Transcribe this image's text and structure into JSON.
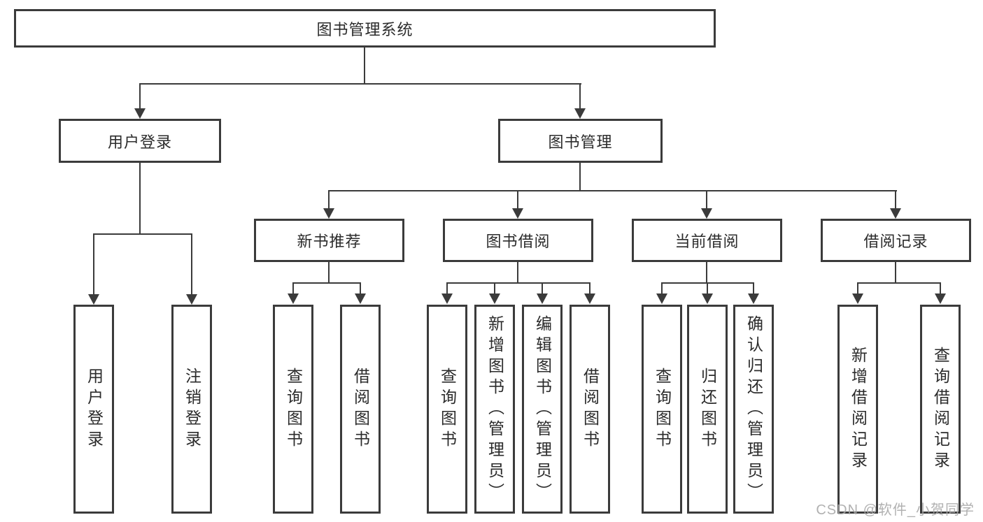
{
  "tree": {
    "root": {
      "label": "图书管理系统",
      "children": [
        {
          "label": "用户登录",
          "children": [
            {
              "label": "用户登录"
            },
            {
              "label": "注销登录"
            }
          ]
        },
        {
          "label": "图书管理",
          "children": [
            {
              "label": "新书推荐",
              "children": [
                {
                  "label": "查询图书"
                },
                {
                  "label": "借阅图书"
                }
              ]
            },
            {
              "label": "图书借阅",
              "children": [
                {
                  "label": "查询图书"
                },
                {
                  "label": "新增图书（管理员）"
                },
                {
                  "label": "编辑图书（管理员）"
                },
                {
                  "label": "借阅图书"
                }
              ]
            },
            {
              "label": "当前借阅",
              "children": [
                {
                  "label": "查询图书"
                },
                {
                  "label": "归还图书"
                },
                {
                  "label": "确认归还（管理员）"
                }
              ]
            },
            {
              "label": "借阅记录",
              "children": [
                {
                  "label": "新增借阅记录"
                },
                {
                  "label": "查询借阅记录"
                }
              ]
            }
          ]
        }
      ]
    }
  },
  "watermark": {
    "text": "CSDN @软件_小贺同学"
  },
  "colors": {
    "line": "#3b3b3b",
    "text": "#2b2b2b",
    "watermark": "#a8a8a8",
    "background": "#ffffff"
  }
}
